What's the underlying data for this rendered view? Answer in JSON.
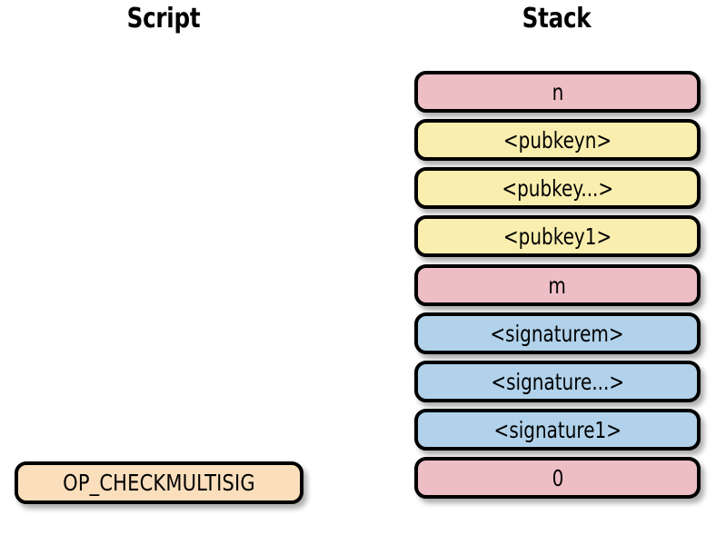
{
  "columns": {
    "script": {
      "heading": "Script"
    },
    "stack": {
      "heading": "Stack"
    }
  },
  "colors": {
    "background": "#ffffff",
    "border": "#000000",
    "text": "#000000",
    "pink": "#edbec4",
    "yellow": "#faeeae",
    "blue": "#b1d2ea",
    "peach": "#fbdfbd"
  },
  "stack": {
    "items": [
      {
        "label": "n",
        "color": "#edbec4",
        "kind": "count"
      },
      {
        "label": "<pubkeyn>",
        "color": "#faeeae",
        "kind": "pubkey"
      },
      {
        "label": "<pubkey...>",
        "color": "#faeeae",
        "kind": "pubkey"
      },
      {
        "label": "<pubkey1>",
        "color": "#faeeae",
        "kind": "pubkey"
      },
      {
        "label": "m",
        "color": "#edbec4",
        "kind": "count"
      },
      {
        "label": "<signaturem>",
        "color": "#b1d2ea",
        "kind": "signature"
      },
      {
        "label": "<signature...>",
        "color": "#b1d2ea",
        "kind": "signature"
      },
      {
        "label": "<signature1>",
        "color": "#b1d2ea",
        "kind": "signature"
      },
      {
        "label": "0",
        "color": "#edbec4",
        "kind": "count"
      }
    ]
  },
  "script": {
    "items": [
      {
        "label": "OP_CHECKMULTISIG",
        "color": "#fbdfbd",
        "kind": "opcode"
      }
    ]
  }
}
